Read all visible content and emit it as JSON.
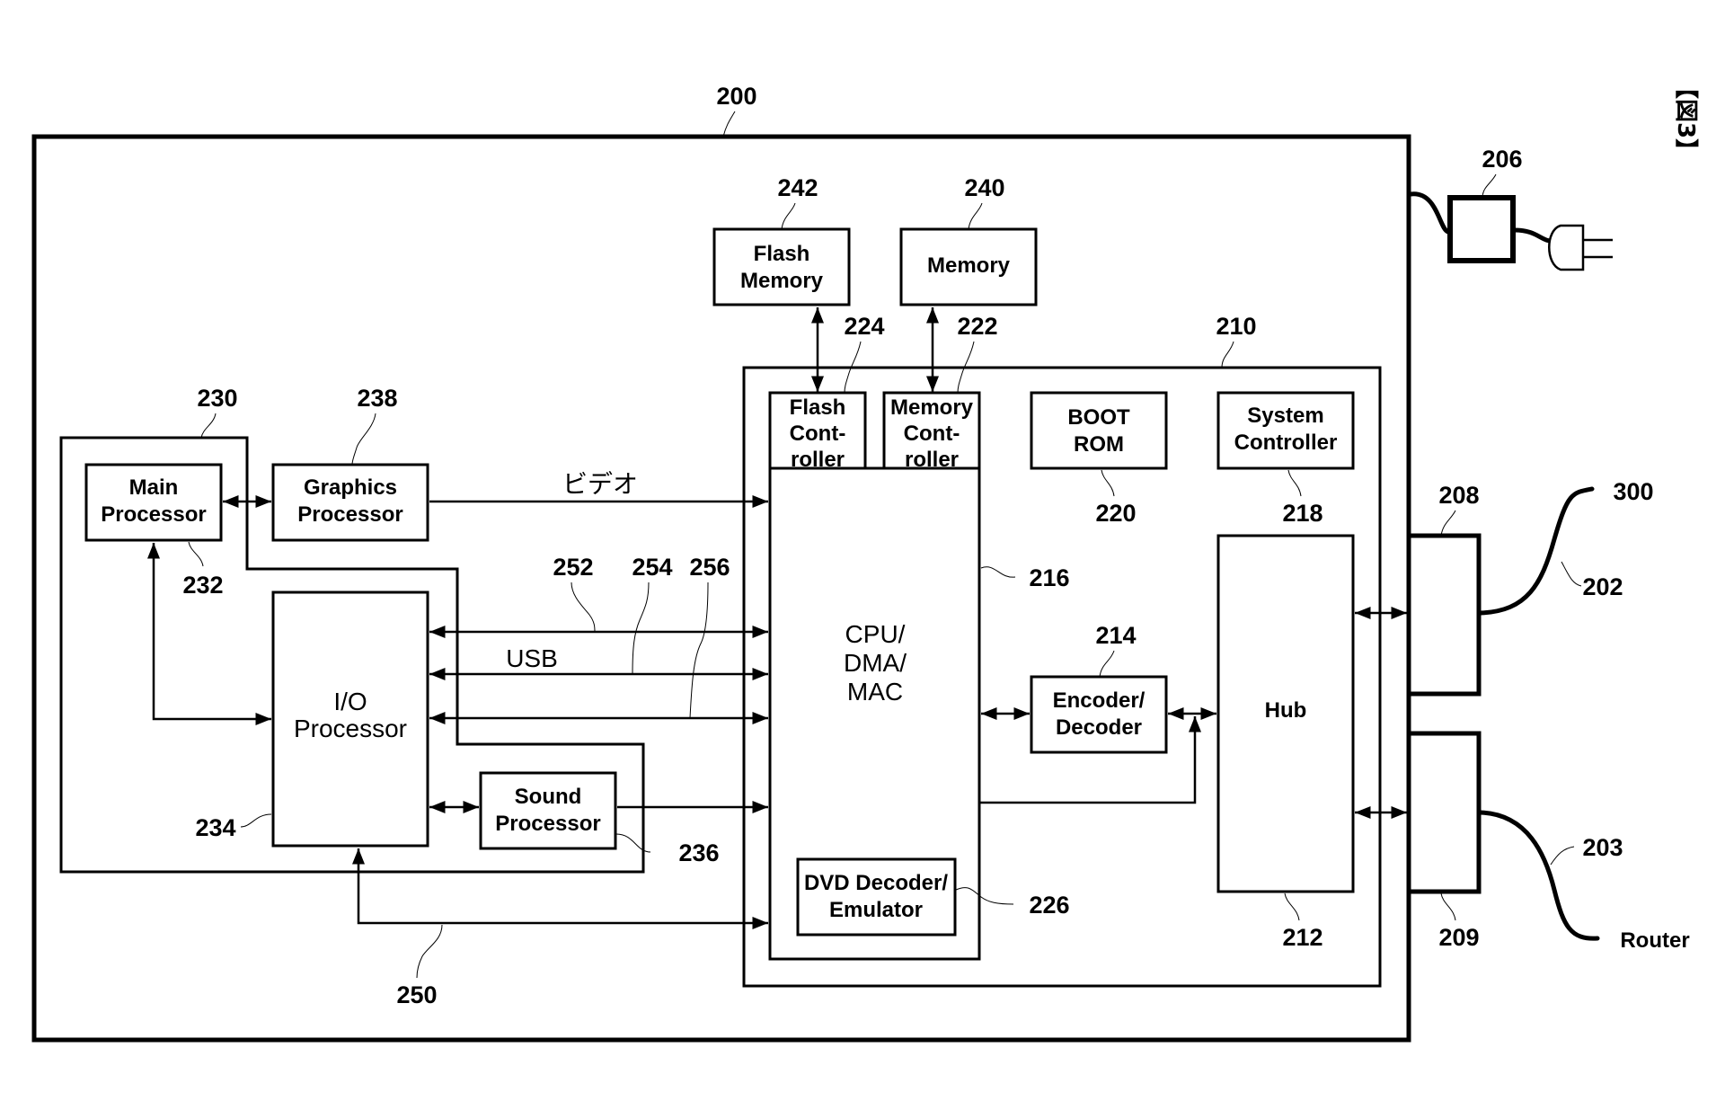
{
  "figure": {
    "label": "【図3】"
  },
  "components": {
    "game_device": {
      "ref": "200"
    },
    "power_adapter": {
      "ref": "206"
    },
    "port_1": {
      "ref": "208"
    },
    "port_2": {
      "ref": "209"
    },
    "cable_1": {
      "ref": "202",
      "endpoint": "300"
    },
    "cable_2": {
      "ref": "203",
      "endpoint": "Router"
    },
    "flash_memory": {
      "ref": "242",
      "line1": "Flash",
      "line2": "Memory"
    },
    "memory": {
      "ref": "240",
      "label": "Memory"
    },
    "controller": {
      "ref": "210"
    },
    "flash_controller": {
      "ref": "224",
      "line1": "Flash",
      "line2": "Cont-",
      "line3": "roller"
    },
    "memory_controller": {
      "ref": "222",
      "line1": "Memory",
      "line2": "Cont-",
      "line3": "roller"
    },
    "boot_rom": {
      "ref": "220",
      "line1": "BOOT",
      "line2": "ROM"
    },
    "system_controller": {
      "ref": "218",
      "line1": "System",
      "line2": "Controller"
    },
    "cpu": {
      "ref": "216",
      "line1": "CPU/",
      "line2": "DMA/",
      "line3": "MAC"
    },
    "encoder_decoder": {
      "ref": "214",
      "line1": "Encoder/",
      "line2": "Decoder"
    },
    "hub": {
      "ref": "212",
      "label": "Hub"
    },
    "dvd_decoder": {
      "ref": "226",
      "line1": "DVD Decoder/",
      "line2": "Emulator"
    },
    "processor_unit": {
      "ref": "230"
    },
    "main_processor": {
      "ref": "232",
      "line1": "Main",
      "line2": "Processor"
    },
    "graphics_processor": {
      "ref": "238",
      "line1": "Graphics",
      "line2": "Processor"
    },
    "io_processor": {
      "ref": "234",
      "line1": "I/O",
      "line2": "Processor"
    },
    "sound_processor": {
      "ref": "236",
      "line1": "Sound",
      "line2": "Processor"
    }
  },
  "buses": {
    "video": {
      "label": "ビデオ"
    },
    "usb": {
      "label": "USB"
    },
    "bus_252": {
      "ref": "252"
    },
    "bus_254": {
      "ref": "254"
    },
    "bus_256": {
      "ref": "256"
    },
    "bus_250": {
      "ref": "250"
    }
  }
}
